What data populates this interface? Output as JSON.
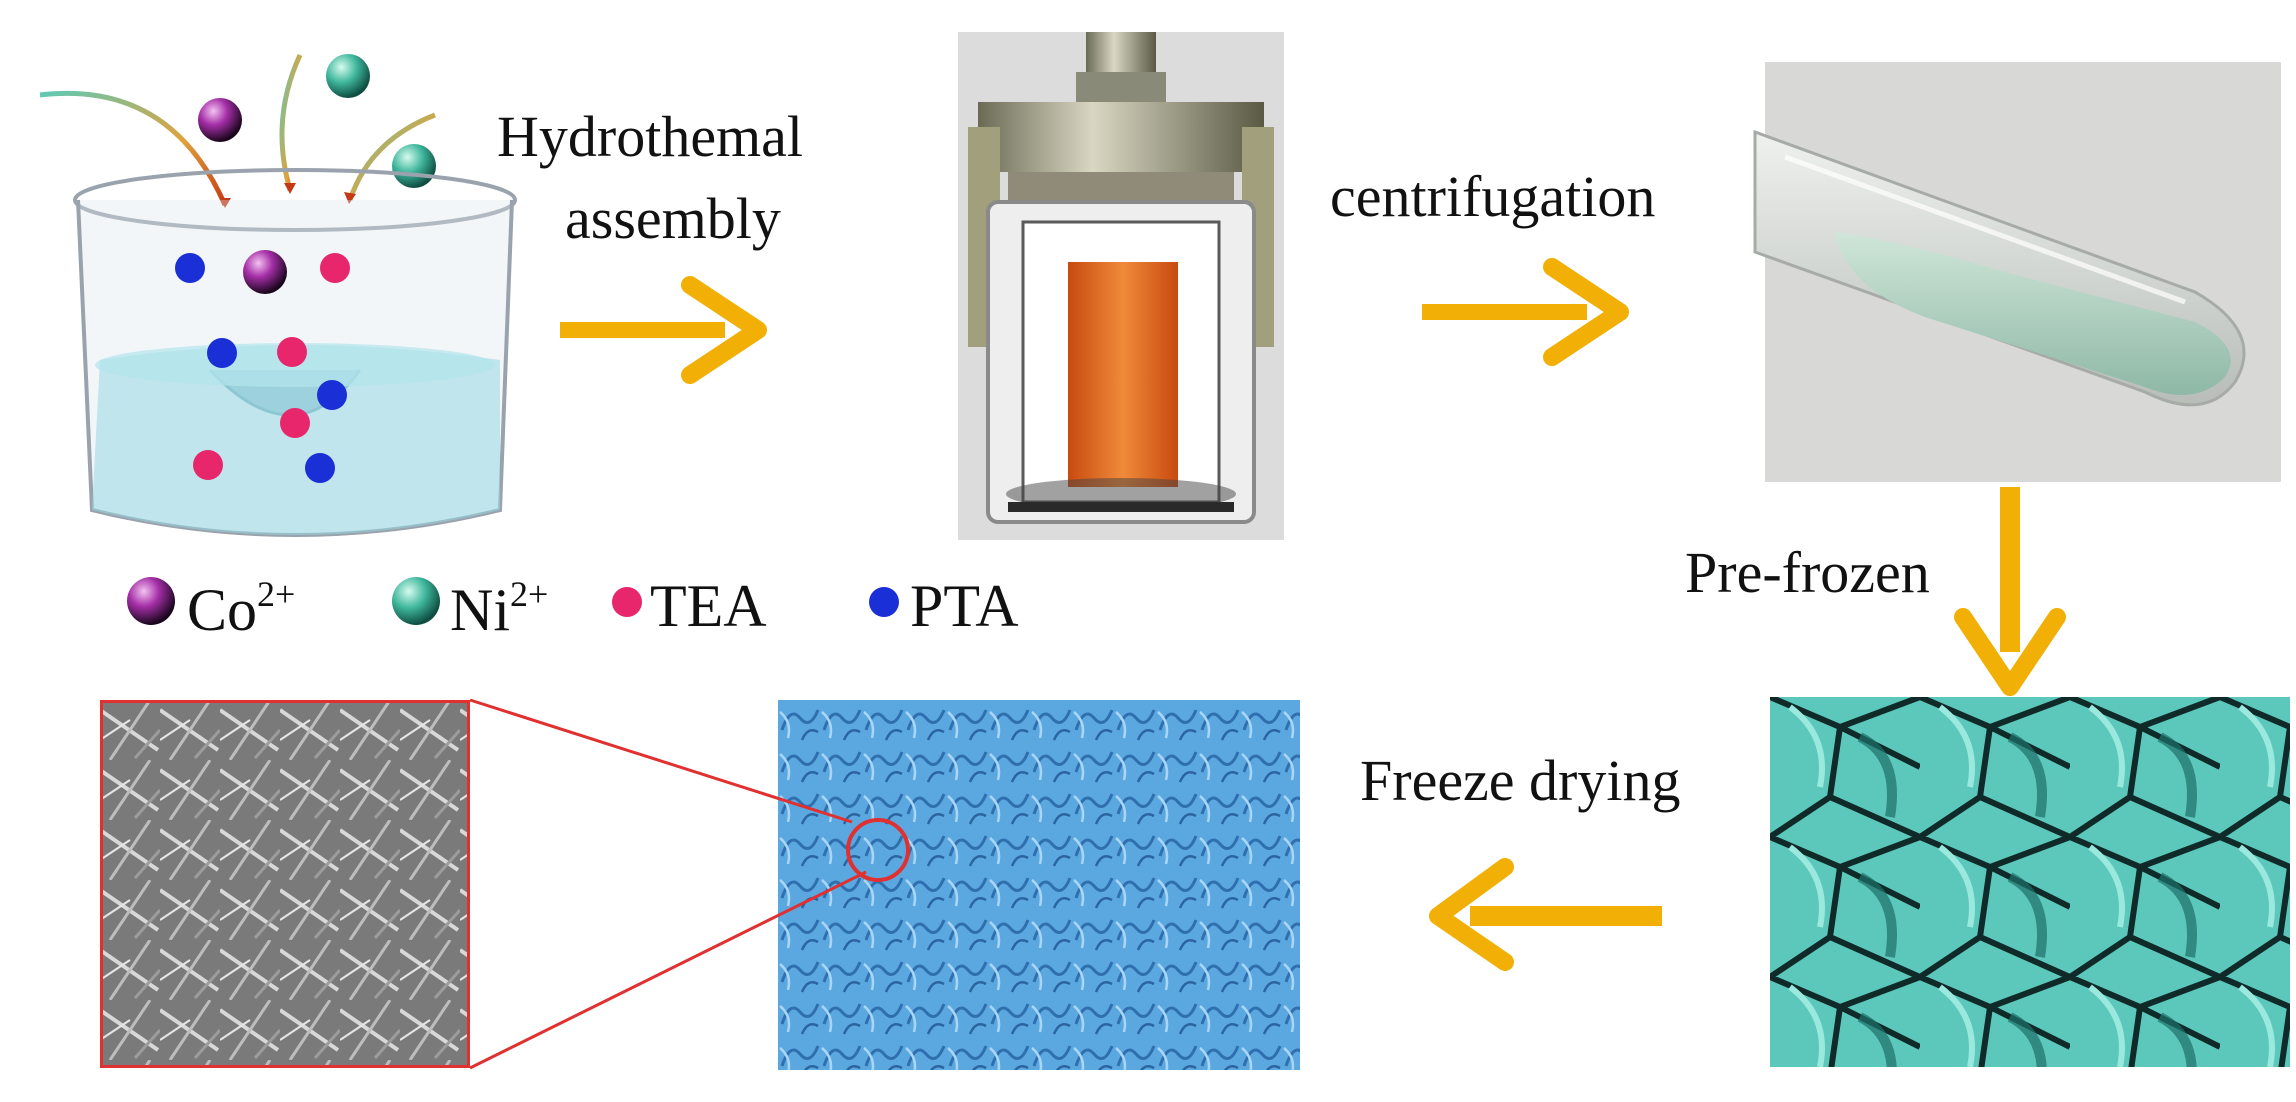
{
  "labels": {
    "step1_line1": "Hydrothemal",
    "step1_line2": "assembly",
    "step2": "centrifugation",
    "step3": "Pre-frozen",
    "step4": "Freeze drying"
  },
  "legend": [
    {
      "symbol": "Co",
      "charge": "2+",
      "icon": "purple-black-sphere-icon"
    },
    {
      "symbol": "Ni",
      "charge": "2+",
      "icon": "teal-sphere-icon"
    },
    {
      "symbol": "TEA",
      "charge": "",
      "icon": "pink-dot-icon"
    },
    {
      "symbol": "PTA",
      "charge": "",
      "icon": "blue-dot-icon"
    }
  ],
  "colors": {
    "arrow": "#f2b007",
    "co": "#a52fa8",
    "ni": "#3fb79c",
    "tea": "#e8266b",
    "pta": "#1a2fd6",
    "zoom_box": "#e03030",
    "foam": "#5ba8e0",
    "frozen": "#6cd2c6"
  }
}
